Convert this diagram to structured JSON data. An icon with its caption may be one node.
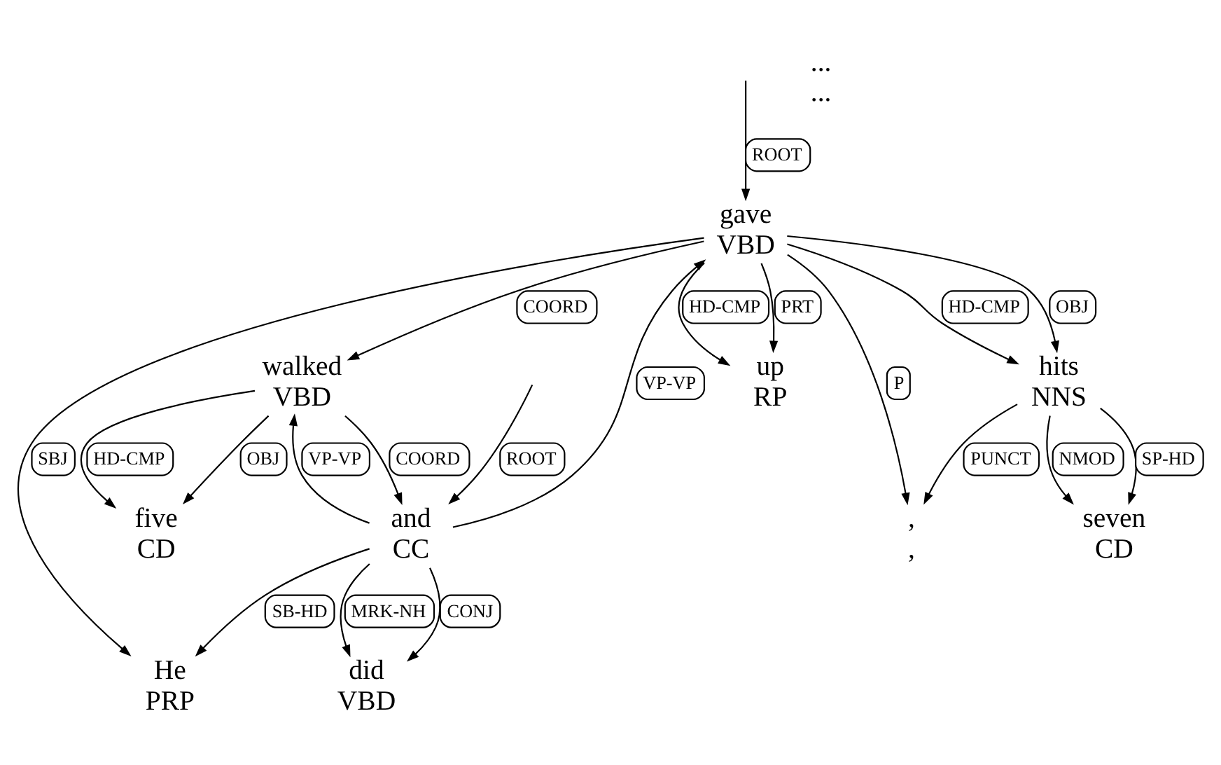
{
  "diagram": {
    "nodes": [
      {
        "text": [
          "He",
          "PRP"
        ]
      },
      {
        "text": [
          "gave",
          "VBD"
        ]
      },
      {
        "text": [
          "up",
          "RP"
        ]
      },
      {
        "text": [
          "seven",
          "CD"
        ]
      },
      {
        "text": [
          "hits",
          "NNS"
        ]
      },
      {
        "text": [
          ",",
          ","
        ]
      },
      {
        "text": [
          "walked",
          "VBD"
        ]
      },
      {
        "text": [
          "five",
          "CD"
        ]
      },
      {
        "text": [
          "and",
          "CC"
        ]
      },
      {
        "text": [
          "did",
          "VBD"
        ]
      },
      {
        "text": [
          "...",
          "..."
        ]
      }
    ],
    "edges": [
      {
        "from": 8,
        "to": 0,
        "arrow": "to",
        "label": "SB-HD"
      },
      {
        "from": 8,
        "to": 1,
        "arrow": "to",
        "label": "VP-VP"
      },
      {
        "from": 1,
        "to": 4,
        "arrow": "to",
        "label": "HD-CMP"
      },
      {
        "from": 1,
        "to": 2,
        "arrow": "to",
        "label": "HD-CMP"
      },
      {
        "from": 4,
        "to": 3,
        "arrow": "to",
        "label": "SP-HD"
      },
      {
        "from": 4,
        "to": 5,
        "arrow": "to",
        "label": "PUNCT"
      },
      {
        "from": 8,
        "to": 6,
        "arrow": "to",
        "label": "VP-VP"
      },
      {
        "from": 6,
        "to": 7,
        "arrow": "to",
        "label": "HD-CMP"
      },
      {
        "from": 8,
        "to": 9,
        "arrow": "to",
        "label": "MRK-NH"
      },
      {
        "from": null,
        "to": 8,
        "arrow": "to",
        "label": "ROOT"
      },
      {
        "from": 1,
        "to": 0,
        "arrow": "to",
        "label": "SBJ"
      },
      {
        "from": 1,
        "to": 2,
        "arrow": "to",
        "label": "PRT"
      },
      {
        "from": 4,
        "to": 3,
        "arrow": "to",
        "label": "NMOD"
      },
      {
        "from": 1,
        "to": 4,
        "arrow": "to",
        "label": "OBJ"
      },
      {
        "from": null,
        "to": 1,
        "arrow": "to",
        "label": "ROOT"
      },
      {
        "from": 1,
        "to": 5,
        "arrow": "to",
        "label": "P"
      },
      {
        "from": 1,
        "to": 6,
        "arrow": "to",
        "label": "COORD"
      },
      {
        "from": 6,
        "to": 7,
        "arrow": "to",
        "label": "OBJ"
      },
      {
        "from": 6,
        "to": 8,
        "arrow": "to",
        "label": "COORD"
      },
      {
        "from": 8,
        "to": 9,
        "arrow": "to",
        "label": "CONJ"
      }
    ]
  }
}
